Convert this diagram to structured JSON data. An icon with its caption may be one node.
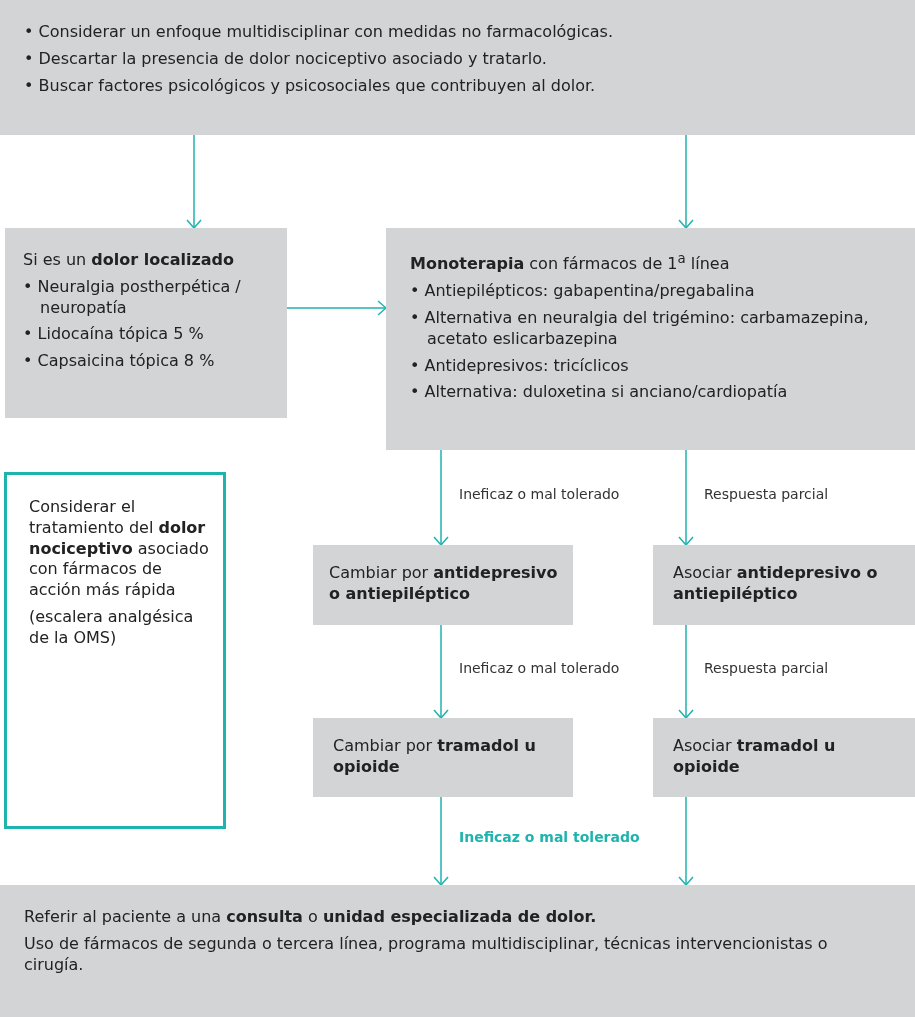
{
  "diagram": {
    "nodes": [
      {
        "text": [
          "• Considerar un enfoque multidisciplinar con medidas no farmacológicas.",
          "• Descartar la presencia de dolor nociceptivo asociado y tratarlo.",
          "• Buscar factores psicológicos y psicosociales que contribuyen al dolor."
        ]
      },
      {
        "text": [
          "Si es un **dolor localizado**",
          "• Neuralgia postherpética / neuropatía",
          "• Lidocaína tópica 5 %",
          "• Capsaicina tópica 8 %"
        ]
      },
      {
        "text": [
          "**Monoterapia** con fármacos de 1$^{a}$ línea",
          "• Antiepilépticos: gabapentina/pregabalina",
          "• Alternativa en neuralgia del trigémino: carbamazepina, acetato eslicarbazepina",
          "• Antidepresivos: tricíclicos",
          "• Alternativa: duloxetina si anciano/cardiopatía"
        ]
      },
      {
        "text": [
          "Considerar el tratamiento del **dolor nociceptivo** asociado con fármacos de acción más rápida",
          "(escalera analgésica de la OMS)"
        ]
      },
      {
        "text": [
          "Cambiar por **antidepresivo o antiepiléptico**"
        ]
      },
      {
        "text": [
          "Asociar **antidepresivo o antiepiléptico**"
        ]
      },
      {
        "text": [
          "Cambiar por **tramadol u opioide**"
        ]
      },
      {
        "text": [
          "Asociar **tramadol u opioide**"
        ]
      },
      {
        "text": [
          "Referir al paciente a una **consulta** o **unidad especializada de dolor.**",
          "Uso de fármacos de segunda o tercera línea, programa multidisciplinar, técnicas intervencionistas o cirugía."
        ]
      }
    ],
    "edges": [
      {
        "from": 0,
        "to": 1,
        "arrow": "to"
      },
      {
        "from": 0,
        "to": 2,
        "arrow": "to"
      },
      {
        "from": 1,
        "to": 2,
        "arrow": "to"
      },
      {
        "from": 2,
        "to": 4,
        "arrow": "to",
        "label": "Ineficaz o mal tolerado"
      },
      {
        "from": 2,
        "to": 5,
        "arrow": "to",
        "label": "Respuesta parcial"
      },
      {
        "from": 4,
        "to": 6,
        "arrow": "to",
        "label": "Ineficaz o mal tolerado"
      },
      {
        "from": 5,
        "to": 7,
        "arrow": "to",
        "label": "Respuesta parcial"
      },
      {
        "from": 6,
        "to": 8,
        "arrow": "to",
        "label": "Ineficaz o mal tolerado"
      },
      {
        "from": 7,
        "to": 8,
        "arrow": "to"
      }
    ]
  }
}
